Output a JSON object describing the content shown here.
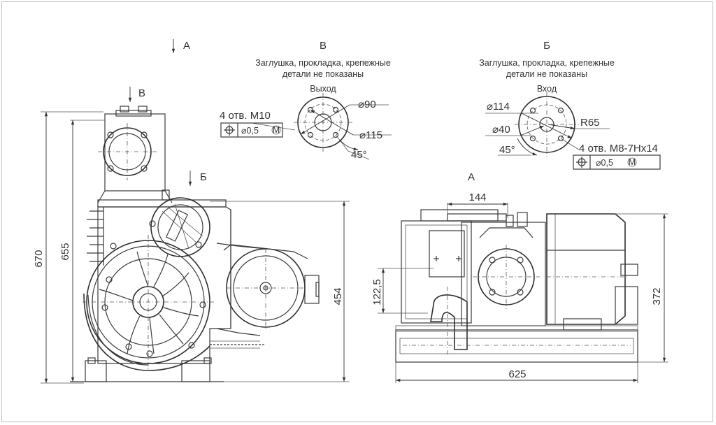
{
  "views": {
    "view_a_label": "А",
    "view_v_label": "В",
    "view_b_label": "Б",
    "front_view_label": "А"
  },
  "detail_v": {
    "title": "В",
    "note_line1": "Заглушка, прокладка, крепежные",
    "note_line2": "детали не показаны",
    "caption": "Выход",
    "holes": "4 отв. М10",
    "tolerance": "⌀0,5",
    "tolerance_mod": "M",
    "dia_outer": "⌀90",
    "dia_bolt": "⌀115",
    "angle": "45°"
  },
  "detail_b": {
    "title": "Б",
    "note_line1": "Заглушка, прокладка, крепежные",
    "note_line2": "детали не показаны",
    "caption": "Вход",
    "dia_outer": "⌀114",
    "dia_inner": "⌀40",
    "angle": "45°",
    "radius": "R65",
    "holes": "4 отв. М8-7Hх14",
    "tolerance": "⌀0,5",
    "tolerance_mod": "M"
  },
  "side_view": {
    "dim_total_height": "670",
    "dim_height": "655",
    "dim_motor_height": "454"
  },
  "front_view": {
    "dim_width_top": "144",
    "dim_inlet_height": "122,5",
    "dim_total_width": "625",
    "dim_height": "372"
  },
  "colors": {
    "line": "#333333",
    "frame": "#bfbfbf",
    "background": "#ffffff"
  }
}
